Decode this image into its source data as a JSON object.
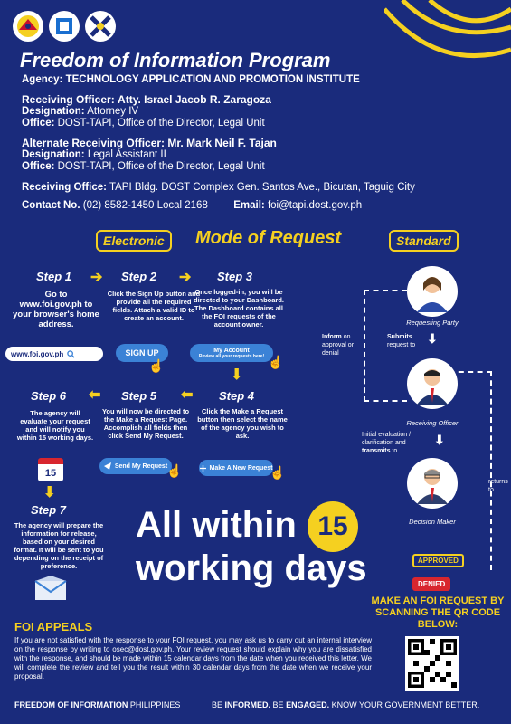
{
  "header": {
    "title": "Freedom of Information Program",
    "agency_label": "Agency:",
    "agency_value": "TECHNOLOGY APPLICATION AND PROMOTION INSTITUTE"
  },
  "receiving_officer": {
    "label": "Receiving Officer:",
    "name": "Atty. Israel Jacob R. Zaragoza",
    "designation_label": "Designation:",
    "designation": "Attorney IV",
    "office_label": "Office:",
    "office": "DOST-TAPI, Office of the Director, Legal Unit"
  },
  "alternate_officer": {
    "label": "Alternate Receiving Officer:",
    "name": "Mr. Mark Neil F. Tajan",
    "designation_label": "Designation:",
    "designation": "Legal Assistant II",
    "office_label": "Office:",
    "office": "DOST-TAPI, Office of the Director, Legal Unit"
  },
  "receiving_office": {
    "label": "Receiving Office:",
    "value": "TAPI Bldg. DOST Complex Gen. Santos Ave., Bicutan, Taguig City"
  },
  "contact": {
    "label": "Contact No.",
    "value": "(02) 8582-1450 Local 2168",
    "email_label": "Email:",
    "email": "foi@tapi.dost.gov.ph"
  },
  "mode": {
    "electronic": "Electronic",
    "title": "Mode of Request",
    "standard": "Standard"
  },
  "steps": {
    "s1_title": "Step 1",
    "s1_text": "Go to www.foi.gov.ph to your browser's home address.",
    "s1_url": "www.foi.gov.ph",
    "s2_title": "Step 2",
    "s2_text": "Click the Sign Up button and provide all the required fields. Attach a valid ID to create an account.",
    "s2_btn": "SIGN UP",
    "s3_title": "Step 3",
    "s3_text": "Once logged-in, you will be directed to your Dashboard. The Dashboard contains all the FOI requests of the account owner.",
    "s3_btn_title": "My Account",
    "s3_btn_sub": "Review all your requests here!",
    "s4_title": "Step 4",
    "s4_text": "Click the Make a Request button then select the name of the agency you wish to ask.",
    "s4_btn": "Make A New Request",
    "s5_title": "Step 5",
    "s5_text": "You will now be directed to the Make a Request Page. Accomplish all fields then click Send My Request.",
    "s5_btn": "Send My Request",
    "s6_title": "Step 6",
    "s6_text": "The agency will evaluate your request and will notify you within 15 working days.",
    "s6_cal": "15",
    "s7_title": "Step 7",
    "s7_text": "The agency will prepare the information for release, based on your desired format. It will be sent to you depending on the receipt of preference."
  },
  "standard": {
    "requesting_party": "Requesting Party",
    "submits": "Submits",
    "submits_rest": "request to",
    "inform": "Inform",
    "inform_rest": "on approval or denial",
    "receiving_officer": "Receiving Officer",
    "eval_text": "Initial evaluation / clarification and",
    "transmits": "transmits",
    "to": "to",
    "returns": "returns to",
    "decision_maker": "Decision Maker",
    "approved": "APPROVED",
    "denied": "DENIED"
  },
  "big": {
    "all_within": "All within",
    "fifteen": "15",
    "working_days": "working days"
  },
  "qr": {
    "text": "MAKE AN FOI REQUEST BY SCANNING THE QR CODE BELOW:"
  },
  "appeals": {
    "title": "FOI APPEALS",
    "text": "If you are not satisfied with the response to your FOI request, you may ask us to carry out an internal interview on the response by writing to osec@dost.gov.ph. Your review request should explain why you are dissatisfied with the response, and should be made within 15 calendar days from the date when you received this letter. We will complete the review and tell you the result within 30 calendar days from the date when we receive your proposal."
  },
  "footer": {
    "left_bold": "FREEDOM OF INFORMATION",
    "left_rest": "PHILIPPINES",
    "be": "BE",
    "informed": "INFORMED.",
    "be2": "BE",
    "engaged": "ENGAGED.",
    "know": "KNOW YOUR GOVERNMENT BETTER."
  },
  "colors": {
    "background": "#1a2b7c",
    "accent": "#f5d020",
    "button": "#3b82d6"
  }
}
